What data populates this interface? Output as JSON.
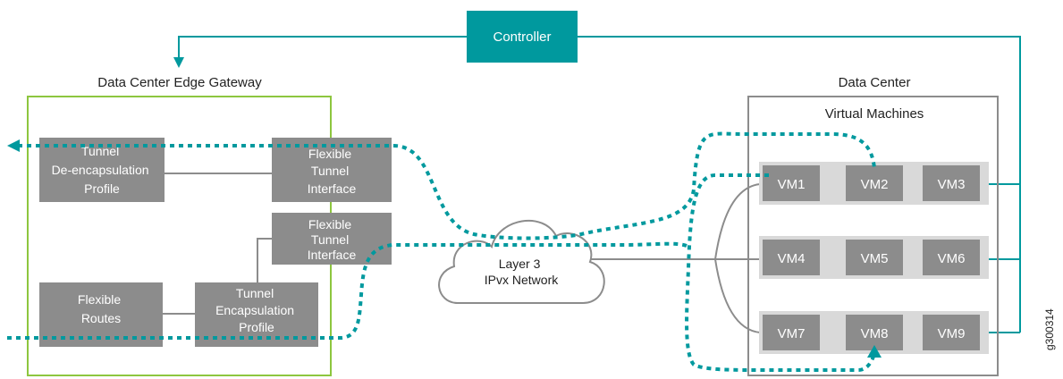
{
  "controller": {
    "label": "Controller"
  },
  "gateway": {
    "title": "Data Center Edge Gateway",
    "tunnel_decap_profile": [
      "Tunnel",
      "De-encapsulation",
      "Profile"
    ],
    "flexible_tunnel_interface_1": [
      "Flexible",
      "Tunnel",
      "Interface"
    ],
    "flexible_tunnel_interface_2": [
      "Flexible",
      "Tunnel",
      "Interface"
    ],
    "flexible_routes": [
      "Flexible",
      "Routes"
    ],
    "tunnel_encap_profile": [
      "Tunnel",
      "Encapsulation",
      "Profile"
    ]
  },
  "network": {
    "lines": [
      "Layer 3",
      "IPvx Network"
    ]
  },
  "data_center": {
    "title": "Data Center",
    "subtitle": "Virtual Machines",
    "rows": [
      [
        "VM1",
        "VM2",
        "VM3"
      ],
      [
        "VM4",
        "VM5",
        "VM6"
      ],
      [
        "VM7",
        "VM8",
        "VM9"
      ]
    ]
  },
  "figure_id": "g300314",
  "colors": {
    "teal": "#00999e",
    "box_gray": "#8c8c8c",
    "row_gray": "#d9d9d9",
    "gateway_border": "#8dc63f",
    "dc_border": "#8c8c8c",
    "line_gray": "#8c8c8c"
  }
}
